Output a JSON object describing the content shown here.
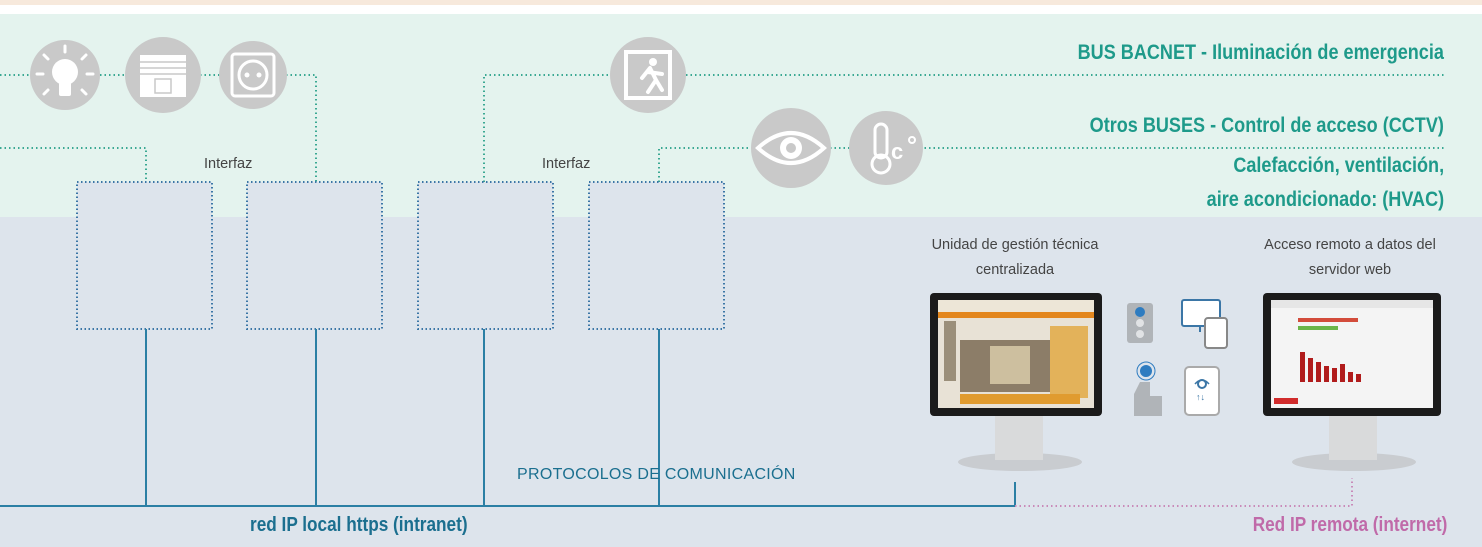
{
  "colors": {
    "bus_zone": "#e4f3ee",
    "ip_zone": "#dde4ec",
    "bus_line": "#3aa893",
    "ip_line": "#2b7fa4",
    "remote_line": "#c98ab9",
    "box_border": "#3b76a6",
    "icon_disc": "#c9c9c9",
    "heading_green": "#1e9a8a",
    "heading_blue": "#1b6f8f",
    "heading_pink": "#c06aa9"
  },
  "buses": {
    "bacnet": "BUS BACNET - Iluminación de emergencia",
    "otros": "Otros BUSES - Control de acceso (CCTV)",
    "hvac_line1": "Calefacción, ventilación,",
    "hvac_line2": "aire acondicionado: (HVAC)"
  },
  "interfaces": {
    "label_1": "Interfaz",
    "label_2": "Interfaz"
  },
  "bus_icons": [
    "bulb-icon",
    "blind-icon",
    "socket-icon",
    "emergency-exit-icon",
    "eye-icon",
    "thermometer-icon"
  ],
  "monitors": {
    "local_caption_line1": "Unidad de gestión técnica",
    "local_caption_line2": "centralizada",
    "remote_caption_line1": "Acceso remoto a datos del",
    "remote_caption_line2": "servidor web"
  },
  "devices": [
    "traffic-light-icon",
    "computer-tablet-icon",
    "hand-touch-icon",
    "phone-icon"
  ],
  "network": {
    "protocols": "PROTOCOLOS DE COMUNICACIÓN",
    "local": "red IP local https (intranet)",
    "remote": "Red IP remota (internet)"
  }
}
